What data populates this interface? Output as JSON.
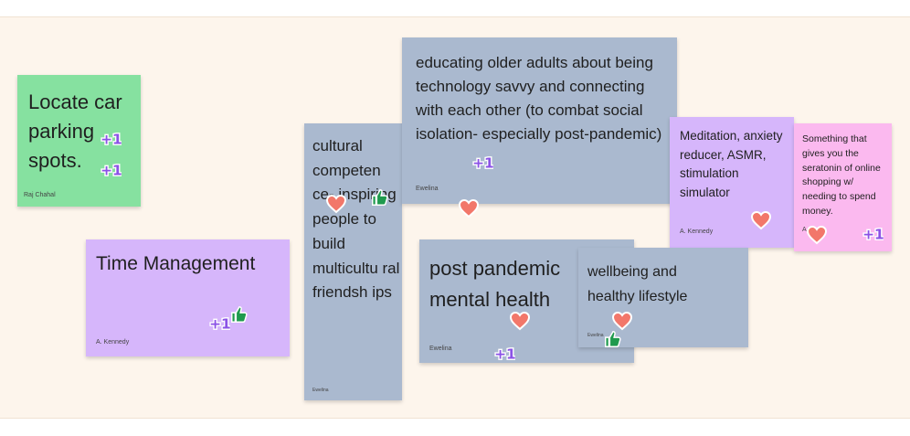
{
  "notes": {
    "parking": {
      "text": "Locate car parking spots.",
      "author": "Raj Chahal"
    },
    "time": {
      "text": "Time Management",
      "author": "A. Kennedy"
    },
    "cultural": {
      "text": "cultural competen ce- inspiring people to build multicultu ral friendsh ips",
      "author": "Ewelina"
    },
    "educating": {
      "text": "educating older adults about being technology savvy and connecting with each other (to combat social isolation- especially post-pandemic)",
      "author": "Ewelina"
    },
    "meditation": {
      "text": "Meditation, anxiety reducer, ASMR, stimulation simulator",
      "author": "A. Kennedy"
    },
    "shopping": {
      "text": "Something that gives you the seratonin of online shopping w/ needing to spend money.",
      "author": "A"
    },
    "postpandemic": {
      "text": "post pandemic mental health",
      "author": "Ewelina"
    },
    "wellbeing": {
      "text": "wellbeing and healthy lifestyle",
      "author": "Ewelina"
    }
  },
  "colors": {
    "heart": "#f2776a",
    "thumb": "#1f9a4e",
    "plusone": "#8b52e6"
  },
  "stickers": {
    "heart": "heart-icon",
    "thumb": "thumbs-up-icon",
    "plusone": "plus-one-icon"
  }
}
